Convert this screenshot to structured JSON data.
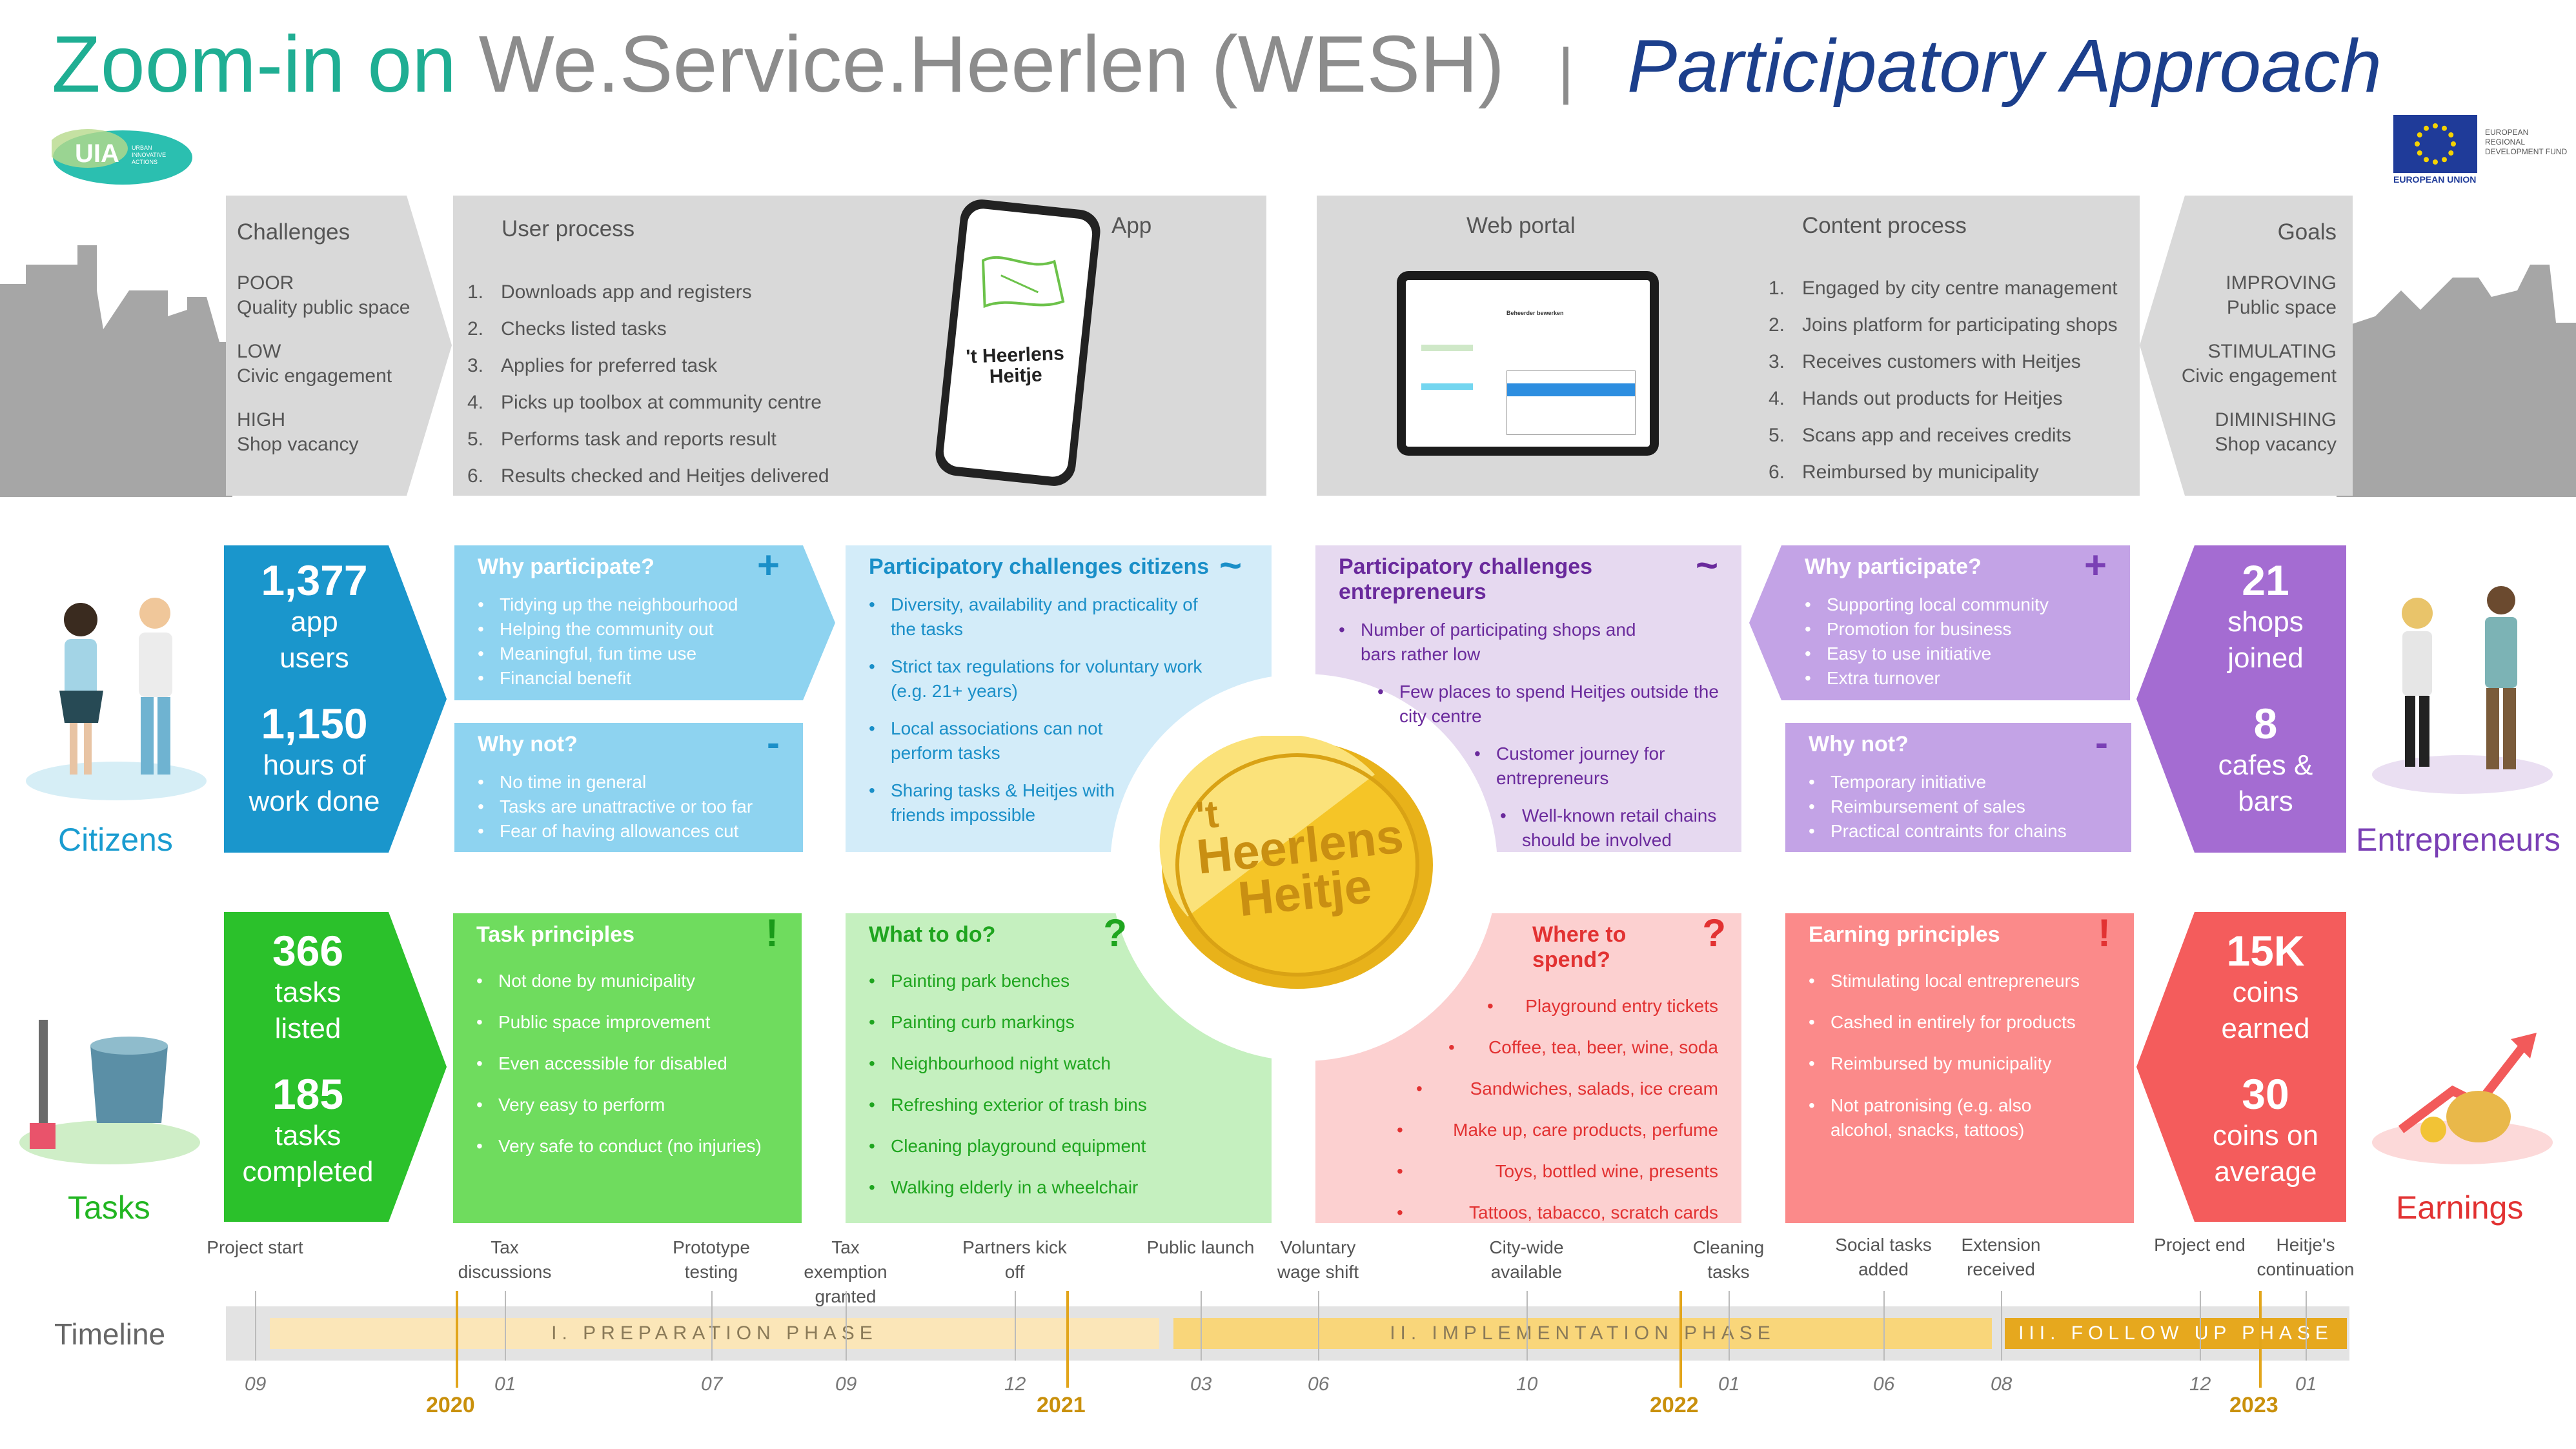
{
  "title": {
    "part1": "Zoom-in on",
    "part2": "We.Service.Heerlen (WESH)",
    "sep": "|",
    "part3": "Participatory Approach"
  },
  "logos": {
    "uia": "UIA",
    "uia_sub": "URBAN INNOVATIVE ACTIONS",
    "eu": "EUROPEAN UNION",
    "erdf": "EUROPEAN REGIONAL DEVELOPMENT FUND"
  },
  "challenges": {
    "header": "Challenges",
    "items": [
      {
        "k": "POOR",
        "v": "Quality public space"
      },
      {
        "k": "LOW",
        "v": "Civic engagement"
      },
      {
        "k": "HIGH",
        "v": "Shop vacancy"
      }
    ]
  },
  "user_process": {
    "header": "User process",
    "steps": [
      "Downloads app and registers",
      "Checks listed tasks",
      "Applies for preferred task",
      "Picks up toolbox at community centre",
      "Performs task and reports result",
      "Results checked and Heitjes delivered"
    ]
  },
  "app": {
    "header": "App",
    "phone_brand": "'t Heerlens Heitje"
  },
  "web_portal": {
    "header": "Web portal",
    "screen_title": "Beheerder bewerken"
  },
  "content_process": {
    "header": "Content process",
    "steps": [
      "Engaged by city centre management",
      "Joins platform for participating shops",
      "Receives customers with Heitjes",
      "Hands out products for Heitjes",
      "Scans app and receives credits",
      "Reimbursed by municipality"
    ]
  },
  "goals": {
    "header": "Goals",
    "items": [
      {
        "k": "IMPROVING",
        "v": "Public space"
      },
      {
        "k": "STIMULATING",
        "v": "Civic engagement"
      },
      {
        "k": "DIMINISHING",
        "v": "Shop vacancy"
      }
    ]
  },
  "citizens": {
    "label": "Citizens",
    "stat1": "1,377",
    "stat1a": "app",
    "stat1b": "users",
    "stat2": "1,150",
    "stat2a": "hours of",
    "stat2b": "work done"
  },
  "why_participate_c": {
    "title": "Why participate?",
    "sym": "+",
    "items": [
      "Tidying up the neighbourhood",
      "Helping the community out",
      "Meaningful, fun time use",
      "Financial benefit"
    ]
  },
  "why_not_c": {
    "title": "Why not?",
    "sym": "-",
    "items": [
      "No time in general",
      "Tasks are unattractive or too far",
      "Fear of having allowances cut"
    ]
  },
  "pc_citizens": {
    "title": "Participatory challenges citizens",
    "sym": "~",
    "items": [
      "Diversity, availability and practicality of the tasks",
      "Strict tax regulations for voluntary work (e.g. 21+ years)",
      "Local associations can not perform tasks",
      "Sharing tasks & Heitjes with friends impossible"
    ]
  },
  "pc_entrepreneurs": {
    "title": "Participatory challenges entrepreneurs",
    "sym": "~",
    "items": [
      "Number of participating shops and bars rather low",
      "Few places to spend Heitjes outside the city centre",
      "Customer journey for entrepreneurs",
      "Well-known retail chains should be involved"
    ]
  },
  "why_participate_e": {
    "title": "Why participate?",
    "sym": "+",
    "items": [
      "Supporting local community",
      "Promotion for business",
      "Easy to use initiative",
      "Extra turnover"
    ]
  },
  "why_not_e": {
    "title": "Why not?",
    "sym": "-",
    "items": [
      "Temporary initiative",
      "Reimbursement of sales",
      "Practical contraints for chains"
    ]
  },
  "entrepreneurs": {
    "label": "Entrepreneurs",
    "stat1": "21",
    "stat1a": "shops",
    "stat1b": "joined",
    "stat2": "8",
    "stat2a": "cafes &",
    "stat2b": "bars"
  },
  "coin": {
    "line1": "'t",
    "line2": "Heerlens",
    "line3": "Heitje"
  },
  "tasks": {
    "label": "Tasks",
    "stat1": "366",
    "stat1a": "tasks",
    "stat1b": "listed",
    "stat2": "185",
    "stat2a": "tasks",
    "stat2b": "completed"
  },
  "task_principles": {
    "title": "Task principles",
    "sym": "!",
    "items": [
      "Not done by municipality",
      "Public space improvement",
      "Even accessible for disabled",
      "Very easy to perform",
      "Very safe to conduct (no injuries)"
    ]
  },
  "what_to_do": {
    "title": "What to do?",
    "sym": "?",
    "items": [
      "Painting park benches",
      "Painting curb markings",
      "Neighbourhood night watch",
      "Refreshing exterior of trash bins",
      "Cleaning playground equipment",
      "Walking elderly in a wheelchair"
    ]
  },
  "where_to_spend": {
    "title": "Where to spend?",
    "sym": "?",
    "items": [
      "Playground entry tickets",
      "Coffee, tea, beer, wine, soda",
      "Sandwiches, salads, ice cream",
      "Make up, care products, perfume",
      "Toys, bottled wine, presents",
      "Tattoos, tabacco, scratch cards"
    ]
  },
  "earning_principles": {
    "title": "Earning principles",
    "sym": "!",
    "items": [
      "Stimulating local entrepreneurs",
      "Cashed in entirely for products",
      "Reimbursed by municipality",
      "Not patronising (e.g. also alcohol, snacks, tattoos)"
    ]
  },
  "earnings": {
    "label": "Earnings",
    "stat1": "15K",
    "stat1a": "coins",
    "stat1b": "earned",
    "stat2": "30",
    "stat2a": "coins on",
    "stat2b": "average"
  },
  "timeline": {
    "label": "Timeline",
    "phases": [
      "I. PREPARATION PHASE",
      "II. IMPLEMENTATION PHASE",
      "III. FOLLOW UP PHASE"
    ],
    "events": [
      {
        "t": "Project start"
      },
      {
        "t": "Tax discussions"
      },
      {
        "t": "Prototype testing"
      },
      {
        "t": "Tax exemption granted"
      },
      {
        "t": "Partners kick off"
      },
      {
        "t": "Public launch"
      },
      {
        "t": "Voluntary wage shift"
      },
      {
        "t": "City-wide available"
      },
      {
        "t": "Cleaning tasks"
      },
      {
        "t": "Social tasks added"
      },
      {
        "t": "Extension received"
      },
      {
        "t": "Project end"
      },
      {
        "t": "Heitje's continuation"
      }
    ],
    "months": [
      "09",
      "01",
      "07",
      "09",
      "12",
      "03",
      "06",
      "10",
      "01",
      "06",
      "08",
      "12",
      "01"
    ],
    "years": [
      "2020",
      "2021",
      "2022",
      "2023"
    ]
  }
}
